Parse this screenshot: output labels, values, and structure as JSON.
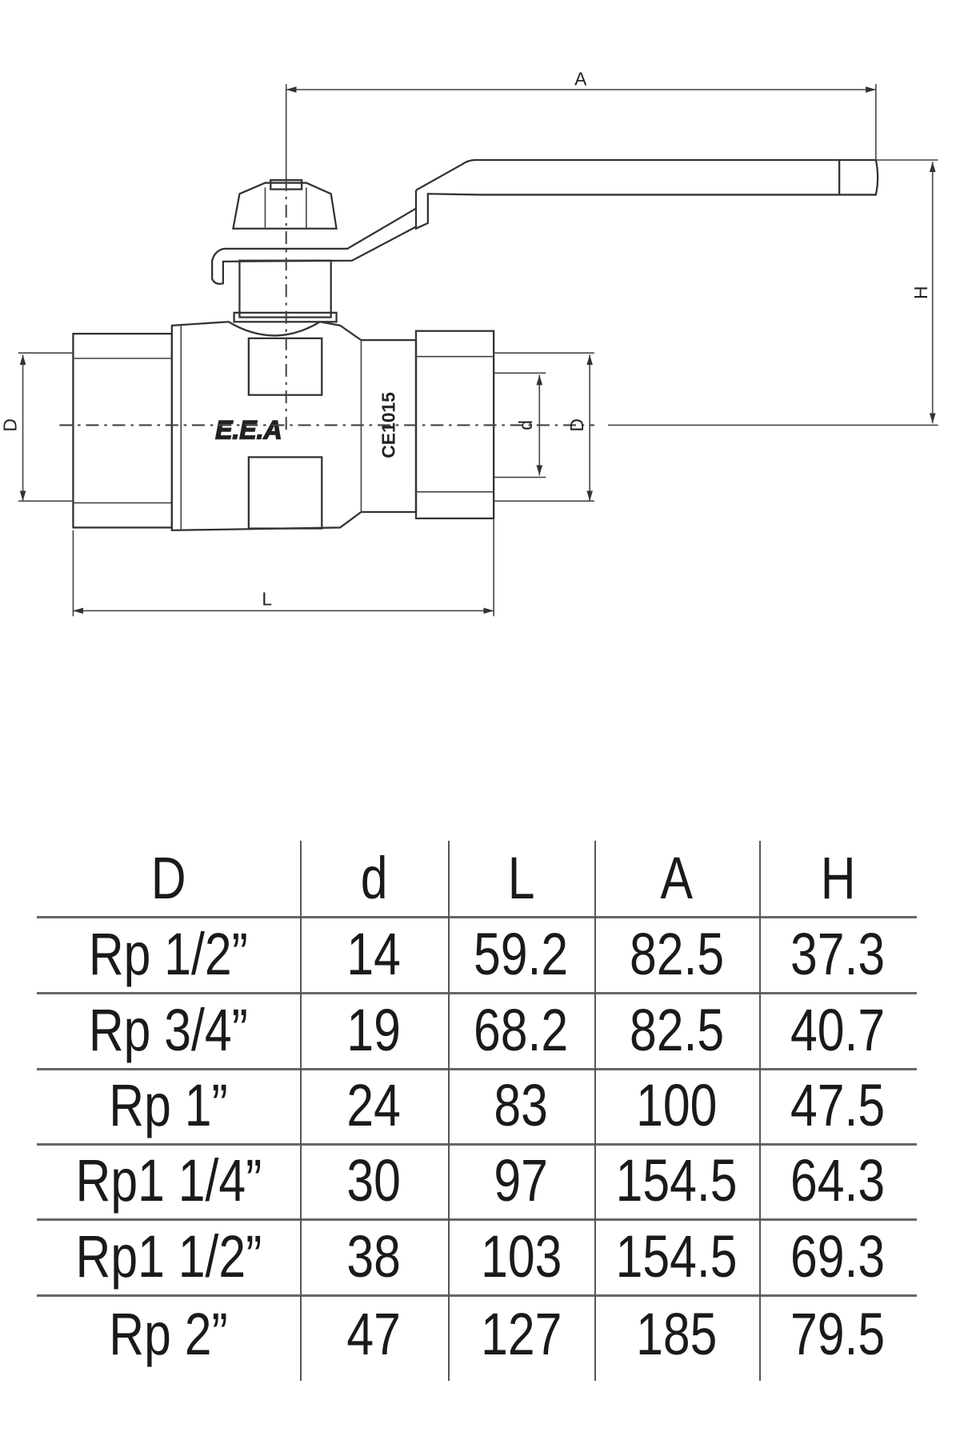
{
  "drawing": {
    "dim_labels": {
      "A": "A",
      "H": "H",
      "L": "L",
      "D_left": "D",
      "D_right": "D",
      "d": "d"
    },
    "brand_mark": "E.E.A",
    "ce_mark": "CE1015"
  },
  "table": {
    "headers": [
      "D",
      "d",
      "L",
      "A",
      "H"
    ],
    "rows": [
      [
        "Rp 1/2”",
        "14",
        "59.2",
        "82.5",
        "37.3"
      ],
      [
        "Rp 3/4”",
        "19",
        "68.2",
        "82.5",
        "40.7"
      ],
      [
        "Rp 1”",
        "24",
        "83",
        "100",
        "47.5"
      ],
      [
        "Rp1 1/4”",
        "30",
        "97",
        "154.5",
        "64.3"
      ],
      [
        "Rp1 1/2”",
        "38",
        "103",
        "154.5",
        "69.3"
      ],
      [
        "Rp 2”",
        "47",
        "127",
        "185",
        "79.5"
      ]
    ]
  }
}
